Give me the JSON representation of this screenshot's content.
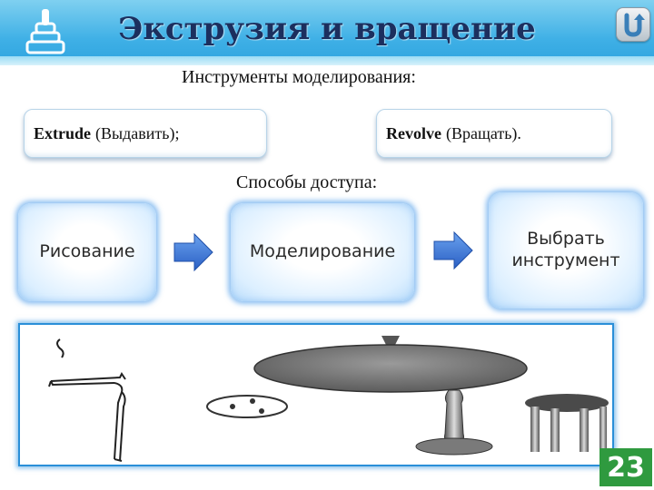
{
  "header": {
    "title": "Экструзия и вращение"
  },
  "tools_heading": "Инструменты моделирования:",
  "tools": {
    "extrude": {
      "name": "Extrude",
      "translation": "(Выдавить);"
    },
    "revolve": {
      "name": "Revolve",
      "translation": "(Вращать)."
    }
  },
  "access_heading": "Способы доступа:",
  "steps": [
    "Рисование",
    "Моделирование",
    "Выбрать инструмент"
  ],
  "page_number": "23",
  "icons": {
    "logo": "hourglass-logo-icon",
    "undo": "u-turn-arrow-icon",
    "step_arrow": "blue-arrow-right-icon"
  },
  "colors": {
    "header_blue": "#3fb0e6",
    "title_navy": "#1c2f5e",
    "step_glow": "#328ce6",
    "arrow_blue": "#2f6fd6",
    "page_badge_green": "#2f9a3f"
  }
}
